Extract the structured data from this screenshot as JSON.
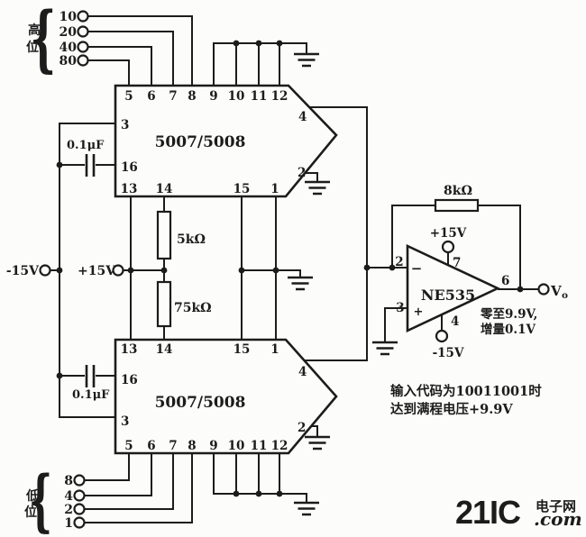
{
  "canvas": {
    "bg": "#fcfcfa",
    "ink": "#1c1c1c"
  },
  "high_bits": {
    "group_label": [
      "高",
      "位"
    ],
    "brace": "{",
    "inputs": [
      "10",
      "20",
      "40",
      "80"
    ]
  },
  "low_bits": {
    "group_label": [
      "低",
      "位"
    ],
    "brace": "{",
    "inputs": [
      "8",
      "4",
      "2",
      "1"
    ]
  },
  "supplies": {
    "neg15": "-15V",
    "pos15": "+15V"
  },
  "dac_top": {
    "name": "5007/5008",
    "top_pins": [
      "5",
      "6",
      "7",
      "8",
      "9",
      "10",
      "11",
      "12"
    ],
    "pin_in1": "3",
    "pin_in2": "16",
    "bottom_pins": [
      "13",
      "14",
      "15",
      "1"
    ],
    "pin_out": "4",
    "pin_gnd": "2"
  },
  "dac_bottom": {
    "name": "5007/5008",
    "top_pins": [
      "13",
      "14",
      "15",
      "1"
    ],
    "pin_in1": "16",
    "pin_in2": "3",
    "bottom_pins": [
      "5",
      "6",
      "7",
      "8",
      "9",
      "10",
      "11",
      "12"
    ],
    "pin_out": "4",
    "pin_gnd": "2"
  },
  "components": {
    "cap_top": "0.1μF",
    "cap_bottom": "0.1μF",
    "r5k": "5kΩ",
    "r75k": "75kΩ",
    "r8k": "8kΩ"
  },
  "opamp": {
    "name": "NE535",
    "pin_inv": "2",
    "pin_noninv": "3",
    "pin_vcc": "7",
    "pin_vee": "4",
    "pin_out": "6",
    "sign_inv": "−",
    "sign_noninv": "+",
    "vcc": "+15V",
    "vee": "-15V",
    "out_v": "V",
    "out_sub": "o"
  },
  "annotations": {
    "range1": "零至9.9V,",
    "range2": "增量0.1V",
    "note1": "输入代码为10011001时",
    "note2": "达到满程电压+9.9V"
  },
  "watermark": {
    "brand": "21IC",
    "site": "电子网",
    "tld": ".com",
    "brand_color": "#f0b2b2",
    "tld_color": "#b2b6b6"
  }
}
